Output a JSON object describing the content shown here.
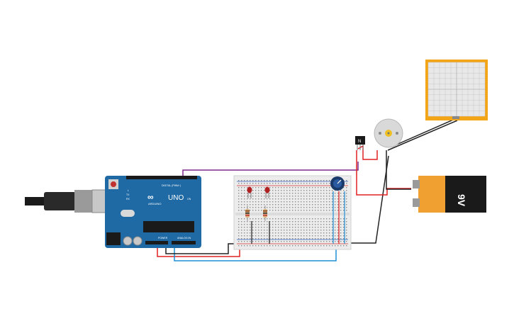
{
  "arduino": {
    "brand": "UNO",
    "logo_text": "ARDUINO",
    "header_digital": "DIGITAL (PWM~)",
    "header_power": "POWER",
    "header_analog": "ANALOG IN",
    "label_l": "L",
    "label_tx": "TX",
    "label_rx": "RX",
    "label_on": "ON"
  },
  "battery": {
    "label": "9V"
  },
  "transistor": {
    "label": "N"
  },
  "oscilloscope": {
    "tag": ""
  },
  "colors": {
    "board": "#1f6aa5",
    "breadboard": "#ececec",
    "wire_red": "#e02020",
    "wire_blue": "#1e90d6",
    "wire_black": "#222222",
    "wire_purple": "#7a2a8a",
    "scope_frame": "#f2a516",
    "battery_orange": "#f0a030"
  }
}
